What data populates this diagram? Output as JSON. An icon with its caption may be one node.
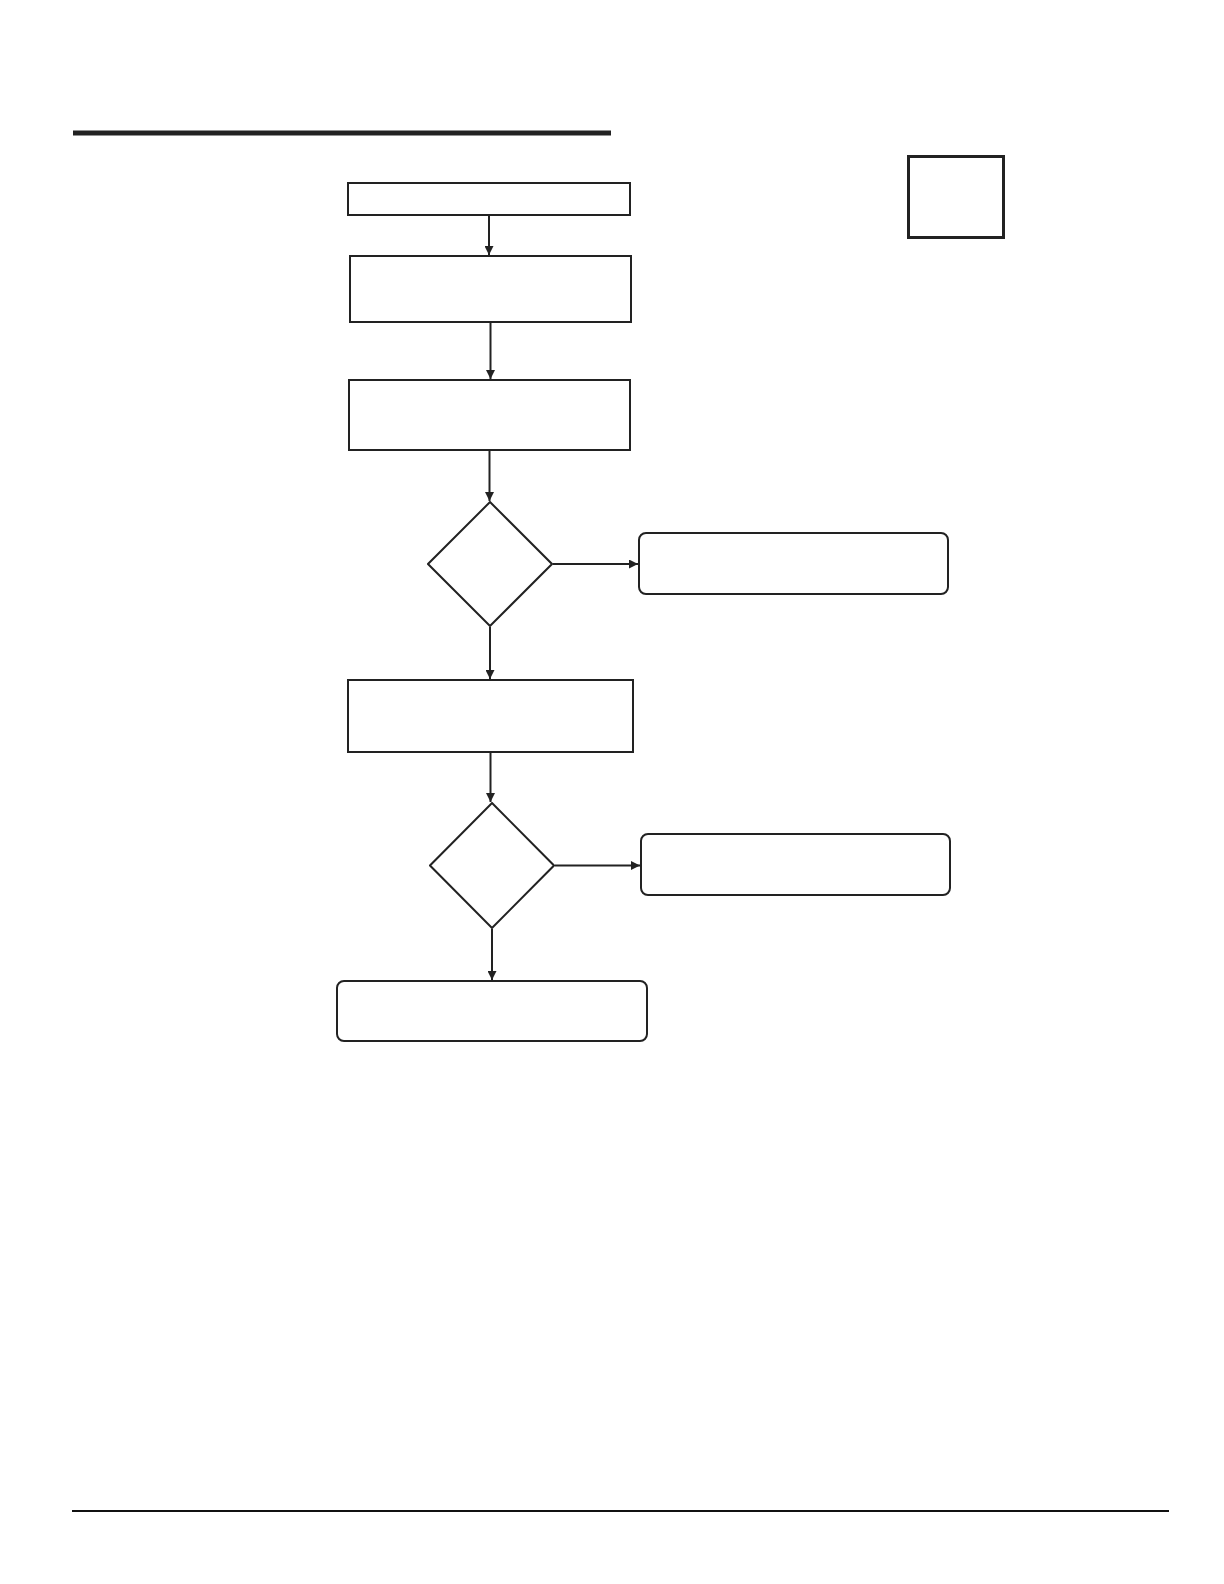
{
  "diagram": {
    "nodes": [
      {
        "text": [],
        "shape": "box"
      },
      {
        "text": [],
        "shape": "box"
      },
      {
        "text": [],
        "shape": "box"
      },
      {
        "text": [],
        "shape": "box"
      },
      {
        "text": [],
        "shape": "diamond"
      },
      {
        "text": [],
        "shape": "box"
      },
      {
        "text": [],
        "shape": "box"
      },
      {
        "text": [],
        "shape": "diamond"
      },
      {
        "text": [],
        "shape": "box"
      },
      {
        "text": [],
        "shape": "box"
      }
    ],
    "edges": [
      {
        "from": 1,
        "to": 2,
        "arrow": "to"
      },
      {
        "from": 2,
        "to": 3,
        "arrow": "to"
      },
      {
        "from": 3,
        "to": 4,
        "arrow": "to"
      },
      {
        "from": 4,
        "to": 5,
        "arrow": "to"
      },
      {
        "from": 4,
        "to": 6,
        "arrow": "to"
      },
      {
        "from": 6,
        "to": 7,
        "arrow": "to"
      },
      {
        "from": 7,
        "to": 8,
        "arrow": "to"
      },
      {
        "from": 7,
        "to": 9,
        "arrow": "to"
      }
    ]
  }
}
